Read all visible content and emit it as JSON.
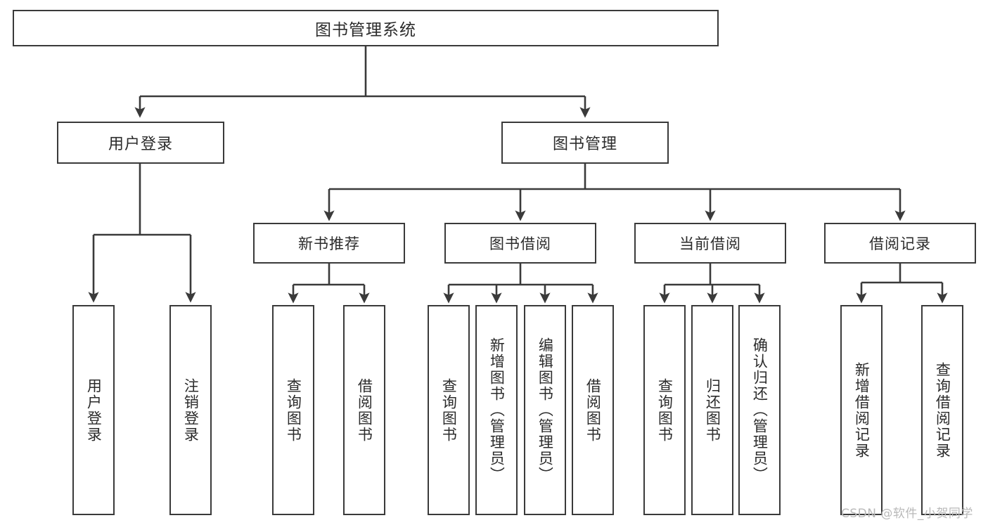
{
  "diagram": {
    "type": "tree-hierarchy-chart",
    "title": "图书管理系统",
    "root": {
      "id": "root",
      "label": "图书管理系统"
    },
    "level1": [
      {
        "id": "user-login",
        "label": "用户登录"
      },
      {
        "id": "book-management",
        "label": "图书管理"
      }
    ],
    "level2": [
      {
        "id": "new-book-recommend",
        "label": "新书推荐",
        "parent": "book-management"
      },
      {
        "id": "book-borrow",
        "label": "图书借阅",
        "parent": "book-management"
      },
      {
        "id": "current-borrow",
        "label": "当前借阅",
        "parent": "book-management"
      },
      {
        "id": "borrow-record",
        "label": "借阅记录",
        "parent": "book-management"
      }
    ],
    "leaves": [
      {
        "id": "leaf-user-login",
        "label": "用户登录",
        "parent": "user-login"
      },
      {
        "id": "leaf-user-logout",
        "label": "注销登录",
        "parent": "user-login"
      },
      {
        "id": "leaf-query-book-1",
        "label": "查询图书",
        "parent": "new-book-recommend"
      },
      {
        "id": "leaf-borrow-book-1",
        "label": "借阅图书",
        "parent": "new-book-recommend"
      },
      {
        "id": "leaf-query-book-2",
        "label": "查询图书",
        "parent": "book-borrow"
      },
      {
        "id": "leaf-add-book",
        "label": "新增图书（管理员）",
        "parent": "book-borrow"
      },
      {
        "id": "leaf-edit-book",
        "label": "编辑图书（管理员）",
        "parent": "book-borrow"
      },
      {
        "id": "leaf-borrow-book-2",
        "label": "借阅图书",
        "parent": "book-borrow"
      },
      {
        "id": "leaf-query-book-3",
        "label": "查询图书",
        "parent": "current-borrow"
      },
      {
        "id": "leaf-return-book",
        "label": "归还图书",
        "parent": "current-borrow"
      },
      {
        "id": "leaf-confirm-return",
        "label": "确认归还（管理员）",
        "parent": "current-borrow"
      },
      {
        "id": "leaf-add-record",
        "label": "新增借阅记录",
        "parent": "borrow-record"
      },
      {
        "id": "leaf-query-record",
        "label": "查询借阅记录",
        "parent": "borrow-record"
      }
    ],
    "colors": {
      "stroke": "#3a3a3a",
      "text": "#2b2b2b",
      "background": "#ffffff",
      "watermark": "#b9b9b9"
    }
  },
  "watermark": {
    "text": "CSDN @软件_小贺同学"
  }
}
